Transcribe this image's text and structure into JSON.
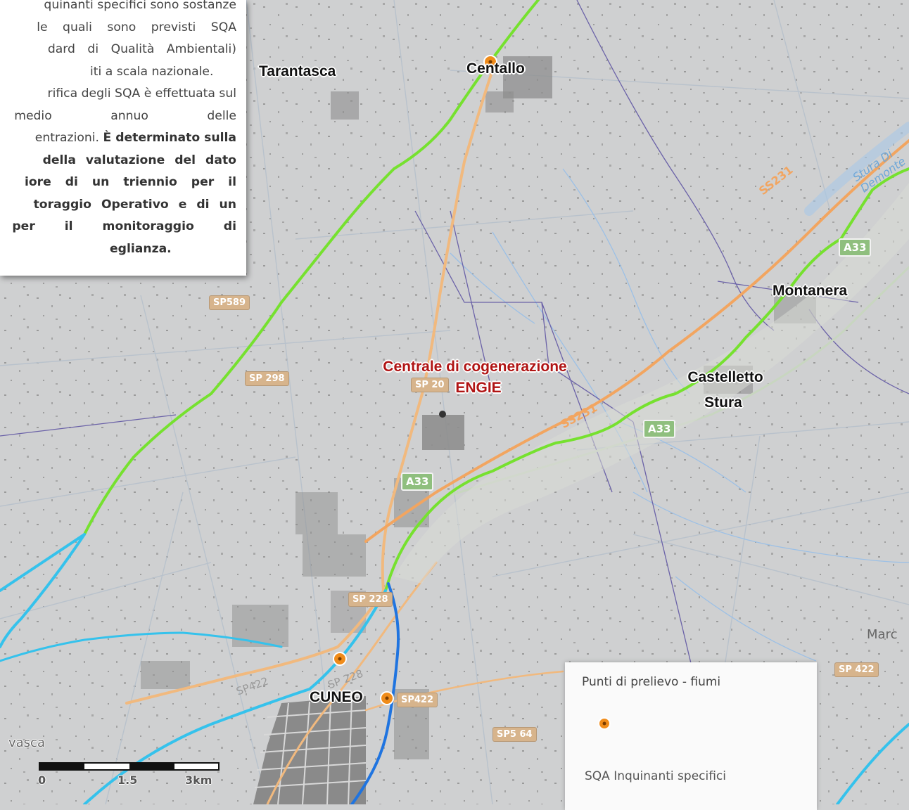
{
  "info_panel": {
    "line1": "quinanti specifici sono sostanze",
    "line2": "le quali sono previsti SQA",
    "line3": "dard di Qualità Ambientali)",
    "line4": "iti a scala nazionale.",
    "line5": "rifica degli SQA è effettuata sul",
    "line6": "e medio annuo delle",
    "line7a": "entrazioni. ",
    "line7b": "È determinato sulla",
    "line8": "della valutazione del dato",
    "line9": "iore di un triennio per il",
    "line10": "toraggio Operativo e di un",
    "line11": "per il monitoraggio di",
    "line12": "eglianza."
  },
  "places": {
    "tarantasca": "Tarantasca",
    "centallo": "Centallo",
    "montanera": "Montanera",
    "castelletto": "Castelletto",
    "stura": "Stura",
    "cuneo": "CUNEO",
    "plant_line1": "Centrale di cogenerazione",
    "plant_line2": "ENGIE",
    "marc": "Marc",
    "vasca": "vasca",
    "river": "Stura Di Demonte"
  },
  "roads": {
    "sp589": "SP589",
    "sp298": "SP 298",
    "sp20": "SP 20",
    "sp228": "SP 228",
    "sp228b": "SP 228",
    "sp422": "SP422",
    "sp422b": "SP 422",
    "sp564": "SP5 64",
    "a33a": "A33",
    "a33b": "A33",
    "a33c": "A33",
    "ss231a": "SS231",
    "ss231b": "SS231",
    "sp422c": "SP422"
  },
  "legend": {
    "title": "Punti di prelievo - fiumi",
    "subtitle": "SQA Inquinanti specifici"
  },
  "scale": {
    "t0": "0",
    "t1": "1.5",
    "t2": "3km"
  },
  "colors": {
    "map_bg": "#cfd0d1",
    "good_river": "#76e12f",
    "river_light": "#35c2ec",
    "river_blue": "#1f74e0",
    "main_road": "#f2a560",
    "sampling_point": "#f08c1a",
    "plant_label": "#b01414"
  }
}
